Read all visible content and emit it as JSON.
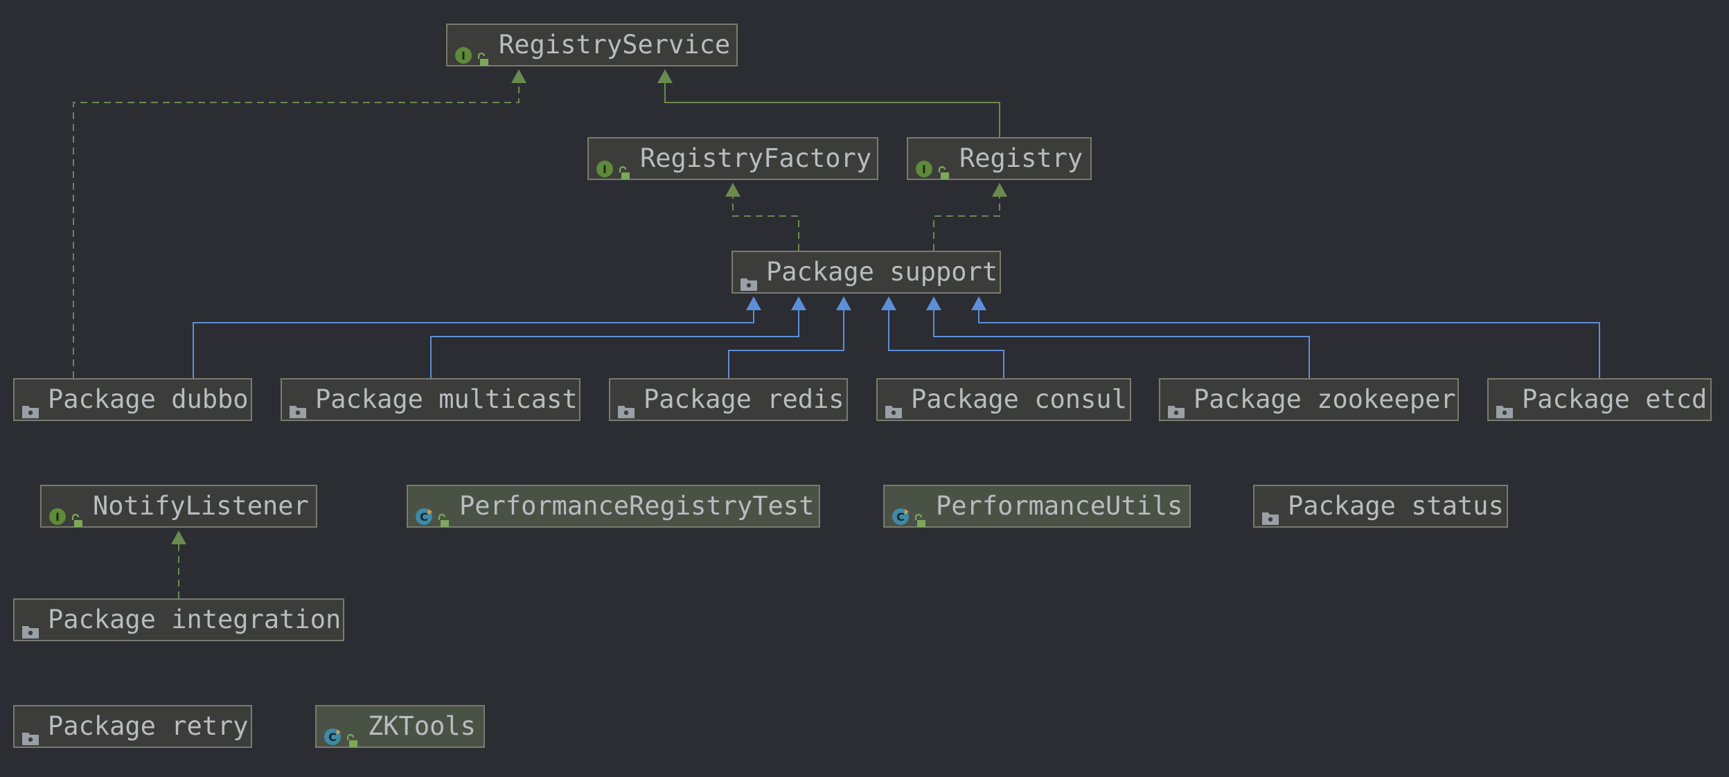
{
  "colors": {
    "background": "#2b2d33",
    "node_border": "#7a7a70",
    "package_fill": "#3c3d3a",
    "class_fill": "#4a5246",
    "text": "#b9bcc0",
    "implements_edge": "#6a8a4f",
    "extends_edge": "#5d8fd8",
    "interface_icon": "#5e8a3a",
    "class_icon": "#3f8aa6",
    "lock_icon": "#7da85a",
    "package_icon": "#9aa0a6"
  },
  "nodes": [
    {
      "id": "registry-service",
      "label": "RegistryService",
      "kind": "interface"
    },
    {
      "id": "registry-factory",
      "label": "RegistryFactory",
      "kind": "interface"
    },
    {
      "id": "registry",
      "label": "Registry",
      "kind": "interface"
    },
    {
      "id": "package-support",
      "label": "Package support",
      "kind": "package"
    },
    {
      "id": "package-dubbo",
      "label": "Package dubbo",
      "kind": "package"
    },
    {
      "id": "package-multicast",
      "label": "Package multicast",
      "kind": "package"
    },
    {
      "id": "package-redis",
      "label": "Package redis",
      "kind": "package"
    },
    {
      "id": "package-consul",
      "label": "Package consul",
      "kind": "package"
    },
    {
      "id": "package-zookeeper",
      "label": "Package zookeeper",
      "kind": "package"
    },
    {
      "id": "package-etcd",
      "label": "Package etcd",
      "kind": "package"
    },
    {
      "id": "notify-listener",
      "label": "NotifyListener",
      "kind": "interface"
    },
    {
      "id": "performance-registry-test",
      "label": "PerformanceRegistryTest",
      "kind": "class"
    },
    {
      "id": "performance-utils",
      "label": "PerformanceUtils",
      "kind": "class"
    },
    {
      "id": "package-status",
      "label": "Package status",
      "kind": "package"
    },
    {
      "id": "package-integration",
      "label": "Package integration",
      "kind": "package"
    },
    {
      "id": "package-retry",
      "label": "Package retry",
      "kind": "package"
    },
    {
      "id": "zk-tools",
      "label": "ZKTools",
      "kind": "class"
    }
  ],
  "edges": [
    {
      "from": "package-dubbo",
      "to": "registry-service",
      "type": "implements"
    },
    {
      "from": "registry",
      "to": "registry-service",
      "type": "extends-interface"
    },
    {
      "from": "package-support",
      "to": "registry-factory",
      "type": "implements"
    },
    {
      "from": "package-support",
      "to": "registry",
      "type": "implements"
    },
    {
      "from": "package-dubbo",
      "to": "package-support",
      "type": "extends"
    },
    {
      "from": "package-multicast",
      "to": "package-support",
      "type": "extends"
    },
    {
      "from": "package-redis",
      "to": "package-support",
      "type": "extends"
    },
    {
      "from": "package-consul",
      "to": "package-support",
      "type": "extends"
    },
    {
      "from": "package-zookeeper",
      "to": "package-support",
      "type": "extends"
    },
    {
      "from": "package-etcd",
      "to": "package-support",
      "type": "extends"
    },
    {
      "from": "package-integration",
      "to": "notify-listener",
      "type": "implements"
    }
  ]
}
